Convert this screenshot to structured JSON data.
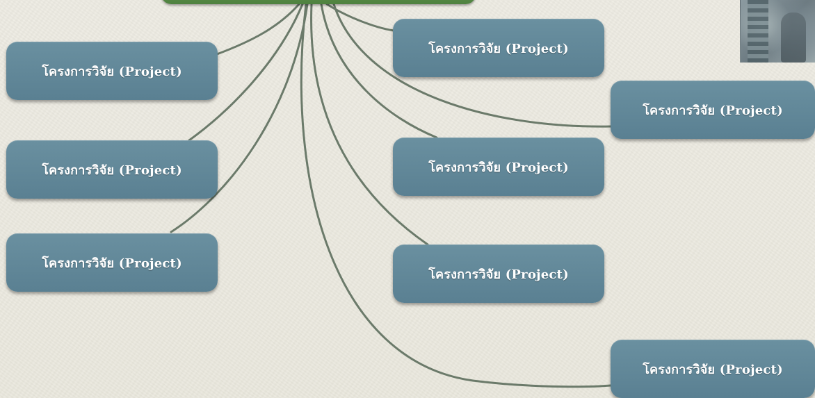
{
  "diagram": {
    "root": {
      "label": ""
    },
    "nodes": [
      {
        "id": "l1",
        "label": "โครงการวิจัย (Project)"
      },
      {
        "id": "l2",
        "label": "โครงการวิจัย (Project)"
      },
      {
        "id": "l3",
        "label": "โครงการวิจัย (Project)"
      },
      {
        "id": "m1",
        "label": "โครงการวิจัย (Project)"
      },
      {
        "id": "m2",
        "label": "โครงการวิจัย (Project)"
      },
      {
        "id": "m3",
        "label": "โครงการวิจัย (Project)"
      },
      {
        "id": "r1",
        "label": "โครงการวิจัย (Project)"
      },
      {
        "id": "r2",
        "label": "โครงการวิจัย (Project)"
      }
    ]
  },
  "colors": {
    "root_fill": "#5a8c48",
    "node_fill": "#5f8697",
    "connector": "#6b7a6a",
    "background": "#ebe9df"
  }
}
